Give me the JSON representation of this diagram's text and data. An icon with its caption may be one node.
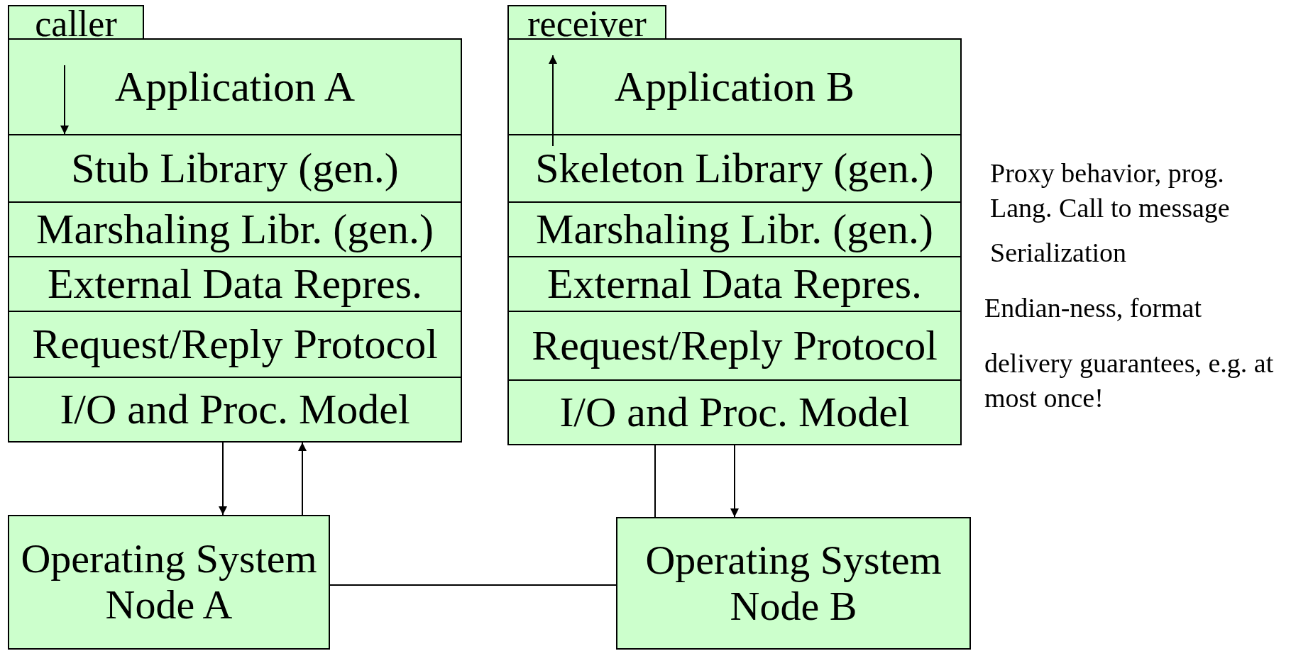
{
  "diagram": {
    "nodes": [
      {
        "text": [
          "caller"
        ]
      },
      {
        "text": [
          "receiver"
        ]
      },
      {
        "text": [
          "Application A"
        ]
      },
      {
        "text": [
          "Stub Library (gen.)"
        ]
      },
      {
        "text": [
          "Marshaling Libr. (gen.)"
        ]
      },
      {
        "text": [
          "External Data Repres."
        ]
      },
      {
        "text": [
          "Request/Reply Protocol"
        ]
      },
      {
        "text": [
          "I/O and Proc. Model"
        ]
      },
      {
        "text": [
          "Application B"
        ]
      },
      {
        "text": [
          "Skeleton Library (gen.)"
        ]
      },
      {
        "text": [
          "Marshaling Libr. (gen.)"
        ]
      },
      {
        "text": [
          "External Data Repres."
        ]
      },
      {
        "text": [
          "Request/Reply Protocol"
        ]
      },
      {
        "text": [
          "I/O and Proc. Model"
        ]
      },
      {
        "text": [
          "Operating System Node A"
        ]
      },
      {
        "text": [
          "Operating System Node B"
        ]
      }
    ],
    "edges": [
      {
        "from": 2,
        "to": 3,
        "arrow": "to"
      },
      {
        "from": 9,
        "to": 8,
        "arrow": "to"
      },
      {
        "from": 7,
        "to": 14,
        "arrow": "to"
      },
      {
        "from": 14,
        "to": 7,
        "arrow": "to"
      },
      {
        "from": 13,
        "to": 15,
        "arrow": "none"
      },
      {
        "from": 13,
        "to": 15,
        "arrow": "to"
      },
      {
        "from": 14,
        "to": 15,
        "arrow": "none"
      }
    ],
    "labels": [
      "Proxy behavior, prog. Lang. Call to message",
      "Serialization",
      "Endian-ness, format",
      "delivery guarantees, e.g. at most once!"
    ]
  }
}
